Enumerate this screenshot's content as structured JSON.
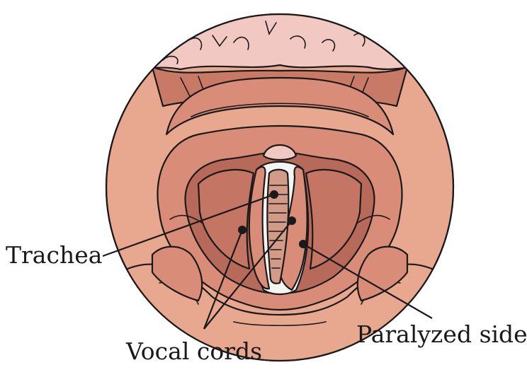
{
  "labels": {
    "trachea": "Trachea",
    "vocal_cords": "Vocal cords",
    "paralyzed_side": "Paralyzed side"
  },
  "colors": {
    "tissue_light": "#e8a78f",
    "tissue_mid": "#d98c77",
    "tissue_dark": "#b7695a",
    "tongue_top": "#f2c9c2",
    "glottis_white": "#f4f4f2",
    "trachea_fill": "#d49a88",
    "outline": "#1a1a1a"
  }
}
